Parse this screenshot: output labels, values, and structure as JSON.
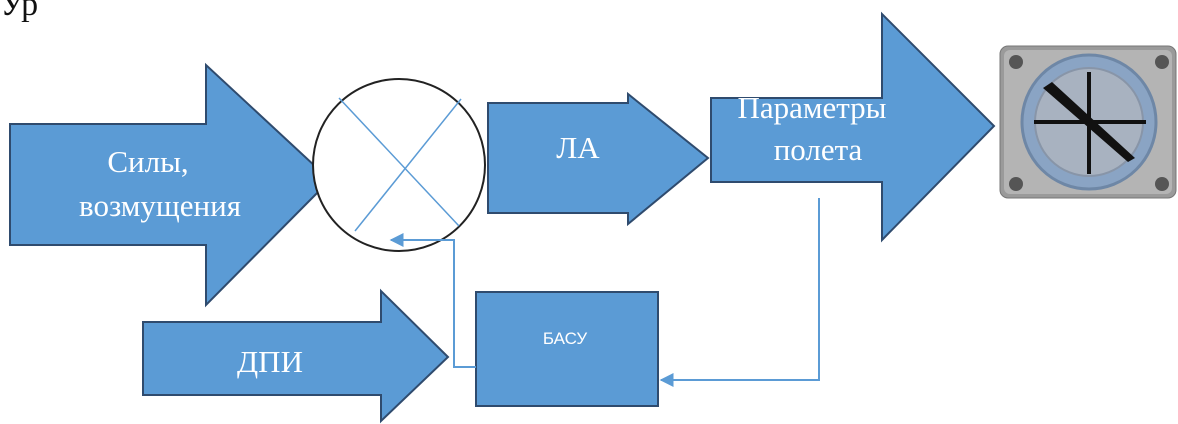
{
  "top_fragment": "Ур",
  "diagram": {
    "forces_label_1": "Силы,",
    "forces_label_2": "возмущения",
    "la_label": "ЛА",
    "params_label_1": "Параметры",
    "params_label_2": "полета",
    "dpi_label": "ДПИ",
    "basu_label": "БАСУ",
    "indicator_icon": "attitude-indicator-icon"
  },
  "colors": {
    "fill": "#5b9bd5",
    "stroke": "#2f4b6e",
    "line": "#5b9bd5",
    "circle_stroke": "#222222"
  }
}
